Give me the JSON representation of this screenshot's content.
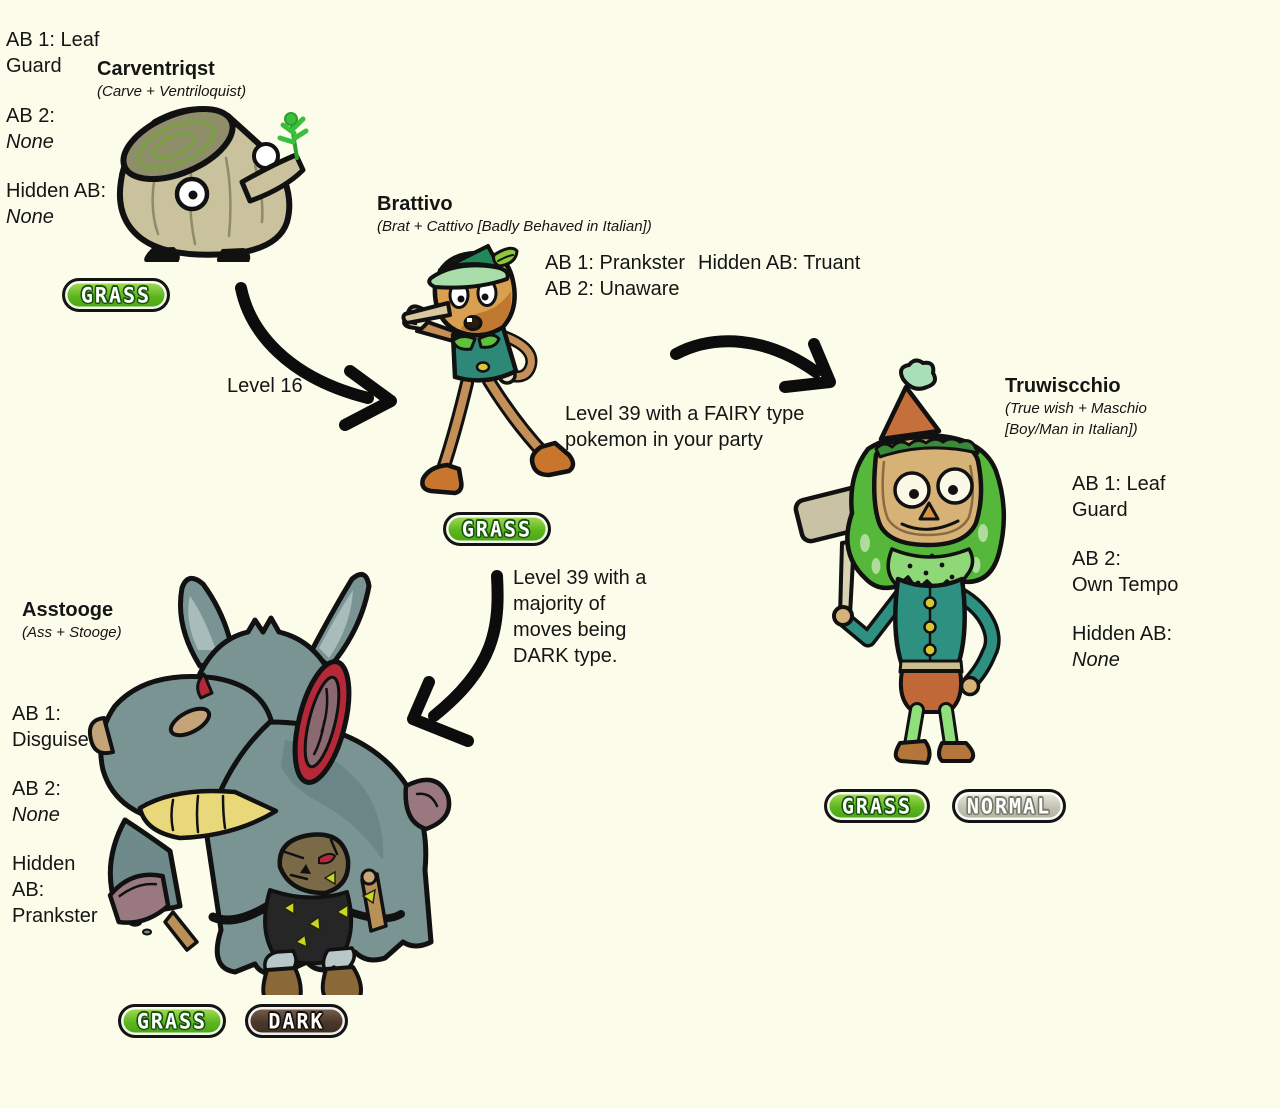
{
  "canvas": {
    "background": "#FCFCEA",
    "ink": "#151515"
  },
  "badges": {
    "grass": "GRASS",
    "normal": "NORMAL",
    "dark": "DARK"
  },
  "type_colors": {
    "grass": "#5cb61e",
    "normal": "#c2c2b0",
    "dark": "#4a3729"
  },
  "carventriqst": {
    "name": "Carventriqst",
    "etymology": "(Carve + Ventriloquist)",
    "ab1_l1": "AB 1: Leaf",
    "ab1_l2": "Guard",
    "ab2_label": "AB 2:",
    "ab2_value": "None",
    "hidden_label": "Hidden AB:",
    "hidden_value": "None",
    "types": [
      "GRASS"
    ]
  },
  "brattivo": {
    "name": "Brattivo",
    "etymology": "(Brat + Cattivo [Badly Behaved in Italian])",
    "ab1": "AB 1: Prankster",
    "ab2": "AB 2: Unaware",
    "hidden": "Hidden AB: Truant",
    "types": [
      "GRASS"
    ]
  },
  "truwiscchio": {
    "name": "Truwiscchio",
    "etymology_l1": "(True wish + Maschio",
    "etymology_l2": "[Boy/Man in Italian])",
    "ab1_l1": "AB 1: Leaf",
    "ab1_l2": "Guard",
    "ab2_label": "AB 2:",
    "ab2_value": "Own Tempo",
    "hidden_label": "Hidden AB:",
    "hidden_value": "None",
    "types": [
      "GRASS",
      "NORMAL"
    ]
  },
  "asstooge": {
    "name": "Asstooge",
    "etymology": "(Ass + Stooge)",
    "ab1_label": "AB 1:",
    "ab1_value": "Disguise",
    "ab2_label": "AB 2:",
    "ab2_value": "None",
    "hidden_l1": "Hidden",
    "hidden_l2": "AB:",
    "hidden_l3": "Prankster",
    "types": [
      "GRASS",
      "DARK"
    ]
  },
  "evolutions": {
    "carventriqst_to_brattivo": "Level 16",
    "brattivo_to_truwiscchio_l1": "Level 39 with a FAIRY type",
    "brattivo_to_truwiscchio_l2": "pokemon in your party",
    "brattivo_to_asstooge_l1": "Level 39 with a",
    "brattivo_to_asstooge_l2": "majority of",
    "brattivo_to_asstooge_l3": "moves being",
    "brattivo_to_asstooge_l4": "DARK type."
  }
}
